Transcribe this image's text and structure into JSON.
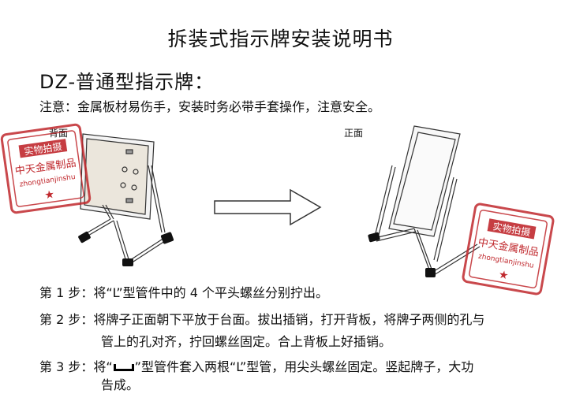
{
  "title": "拆装式指示牌安装说明书",
  "subtitle": "DZ-普通型指示牌：",
  "notice": "注意：金属板材易伤手，安装时务必带手套操作，注意安全。",
  "figure_labels": {
    "back": "背面",
    "front": "正面"
  },
  "stamp": {
    "top": "实物拍摄",
    "middle": "中天金属制品",
    "pinyin": "zhongtianjinshu"
  },
  "steps": {
    "step1": "第 1 步：将“L”型管件中的 4 个平头螺丝分别拧出。",
    "step2_line1": "第 2 步：将牌子正面朝下平放于台面。拔出插销，打开背板，将牌子两侧的孔与",
    "step2_line2": "管上的孔对齐，拧回螺丝固定。合上背板上好插销。",
    "step3_prefix": "第 3 步：将“",
    "step3_suffix": "”型管件套入两根“L”型管，用尖头螺丝固定。竖起牌子，大功",
    "step3_line2": "告成。"
  }
}
